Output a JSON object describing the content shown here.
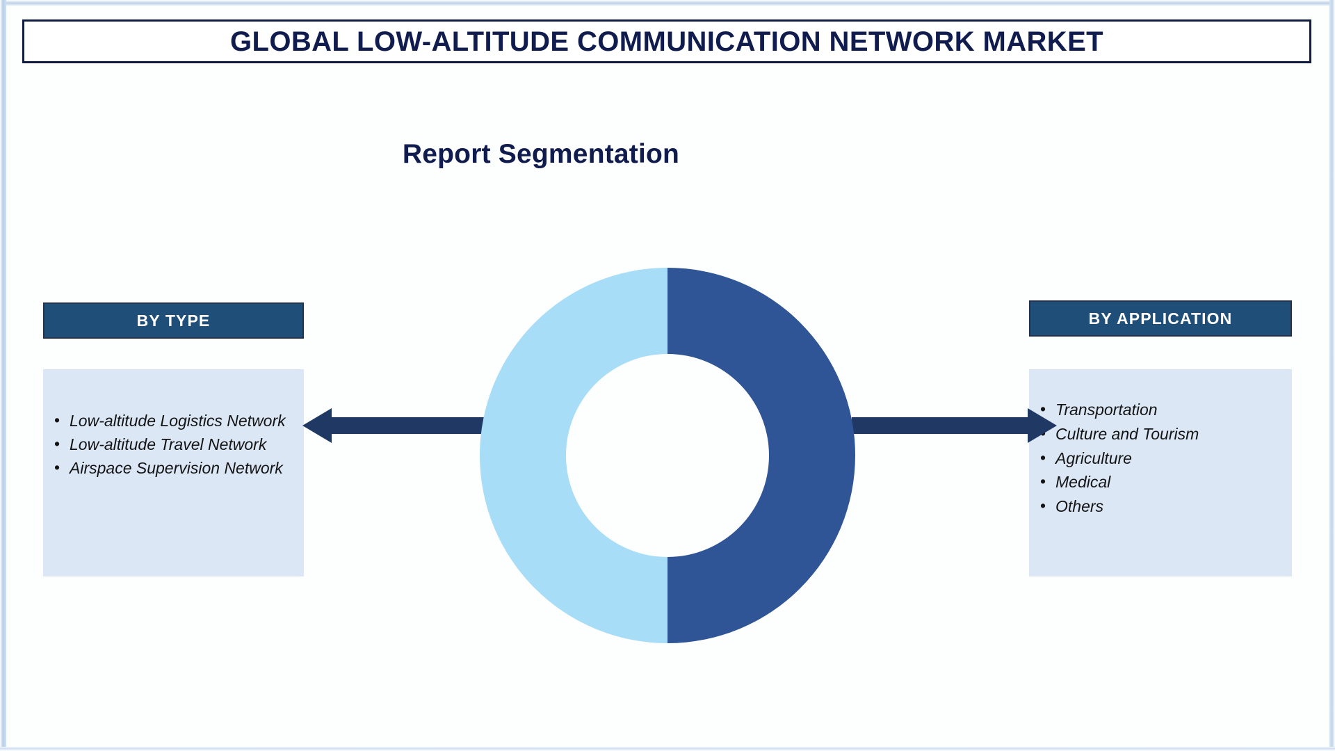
{
  "page": {
    "title": "GLOBAL LOW-ALTITUDE COMMUNICATION NETWORK MARKET",
    "section_heading": "Report Segmentation"
  },
  "colors": {
    "title_navy": "#101c4e",
    "header_chip_blue": "#1f4e79",
    "panel_light_blue": "#dce7f6",
    "donut_left_light": "#a8ddf7",
    "donut_right_dark": "#2f5596",
    "arrow_navy": "#1f3864",
    "frame_border": "#101c3f"
  },
  "segments": {
    "left": {
      "header": "BY TYPE",
      "items": [
        "Low-altitude Logistics Network",
        "Low-altitude Travel Network",
        "Airspace Supervision Network"
      ]
    },
    "right": {
      "header": "BY APPLICATION",
      "items": [
        "Transportation",
        "Culture and Tourism",
        "Agriculture",
        "Medical",
        "Others"
      ]
    }
  },
  "icons": {
    "arrow_left": "arrow-left-icon",
    "arrow_right": "arrow-right-icon",
    "donut": "donut-chart-icon"
  },
  "chart_data": {
    "type": "pie",
    "title": "Report Segmentation",
    "subtype": "donut",
    "labels": [
      "BY TYPE",
      "BY APPLICATION"
    ],
    "values": [
      50,
      50
    ],
    "units": "percent",
    "colors": [
      "#a8ddf7",
      "#2f5596"
    ],
    "inner_radius_ratio": 0.46,
    "start_angle_deg": 0,
    "legend": "none",
    "grid": false
  }
}
